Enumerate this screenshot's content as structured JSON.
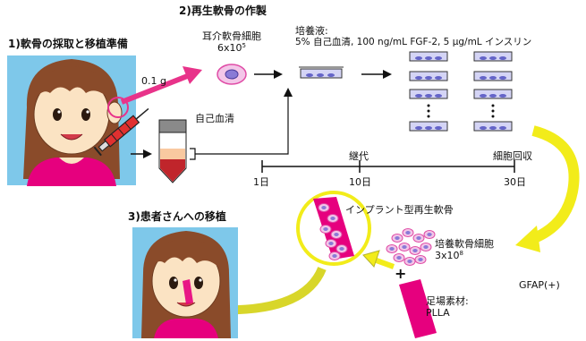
{
  "sections": {
    "step1": "1)軟骨の採取と移植準備",
    "step2": "2)再生軟骨の作製",
    "step3": "3)患者さんへの移植"
  },
  "labels": {
    "biopsy_amount": "0.1 g",
    "auricular_cells_title": "耳介軟骨細胞",
    "auricular_cells_count_base": "6x10",
    "auricular_cells_count_exp": "5",
    "autologous_serum": "自己血清",
    "medium_title": "培養液:",
    "medium_composition": "5% 自己血清, 100 ng/mL FGF-2, 5 μg/mL インスリン",
    "implant_type": "インプラント型再生軟骨",
    "cultured_cells_title": "培養軟骨細胞",
    "cultured_cells_count_base": "3x10",
    "cultured_cells_count_exp": "8",
    "plus_sign": "+",
    "scaffold_title": "足場素材:",
    "scaffold_material": "PLLA",
    "gfap": "GFAP(+)"
  },
  "timeline": {
    "passage_label": "継代",
    "harvest_label": "細胞回収",
    "ticks": [
      "1日",
      "10日",
      "30日"
    ]
  },
  "colors": {
    "magenta_arrow": "#e8338a",
    "yellow_arrow": "#f2ec1a",
    "olive_arrow": "#b5b52a",
    "skin": "#fbe3c3",
    "hair": "#8a4b2a",
    "shirt": "#e6007e",
    "sky": "#7ec8ea",
    "dish": "#6464c8",
    "cell_fill": "#f3c6e8",
    "cell_nucleus": "#8a7ad6"
  }
}
